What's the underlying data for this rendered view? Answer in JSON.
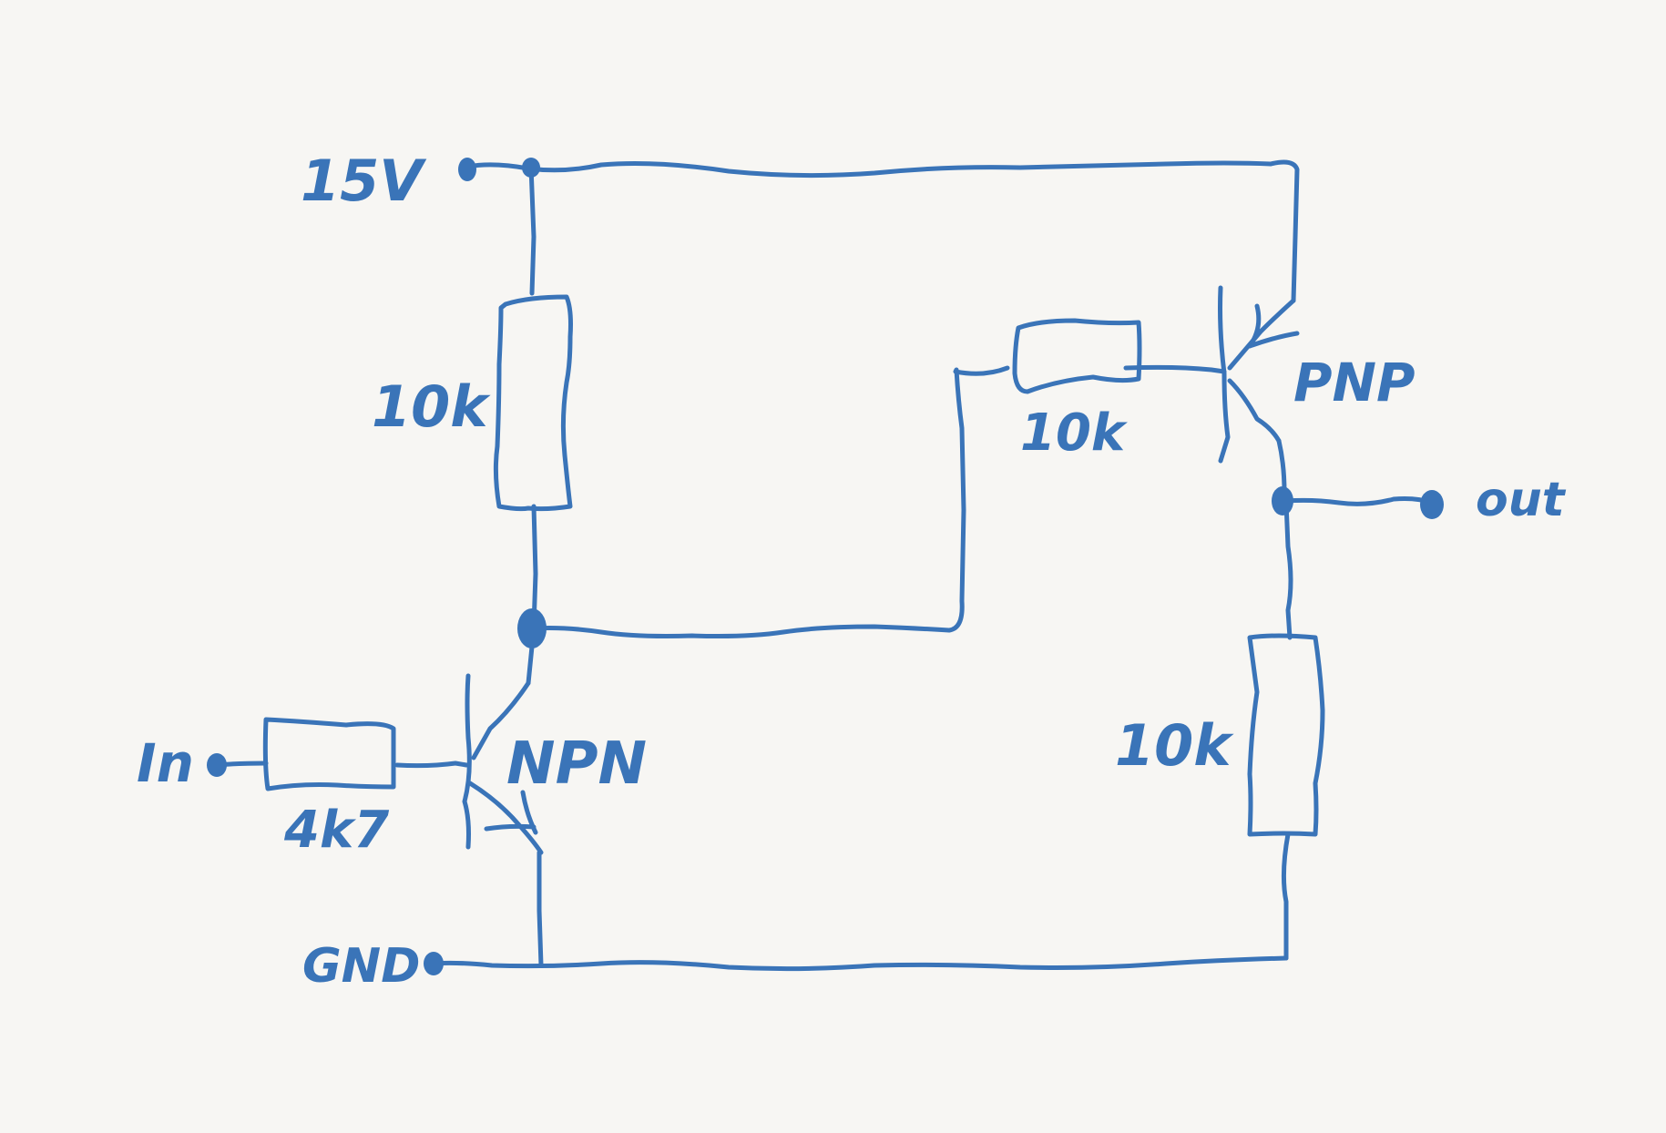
{
  "labels": {
    "supply": "15V",
    "input": "In",
    "ground": "GND",
    "output": "out",
    "r_top_left": "10k",
    "r_base_pnp": "10k",
    "r_input": "4k7",
    "r_right": "10k",
    "npn": "NPN",
    "pnp": "PNP"
  },
  "colors": {
    "ink": "#3a74b8",
    "paper": "#f7f6f3"
  }
}
